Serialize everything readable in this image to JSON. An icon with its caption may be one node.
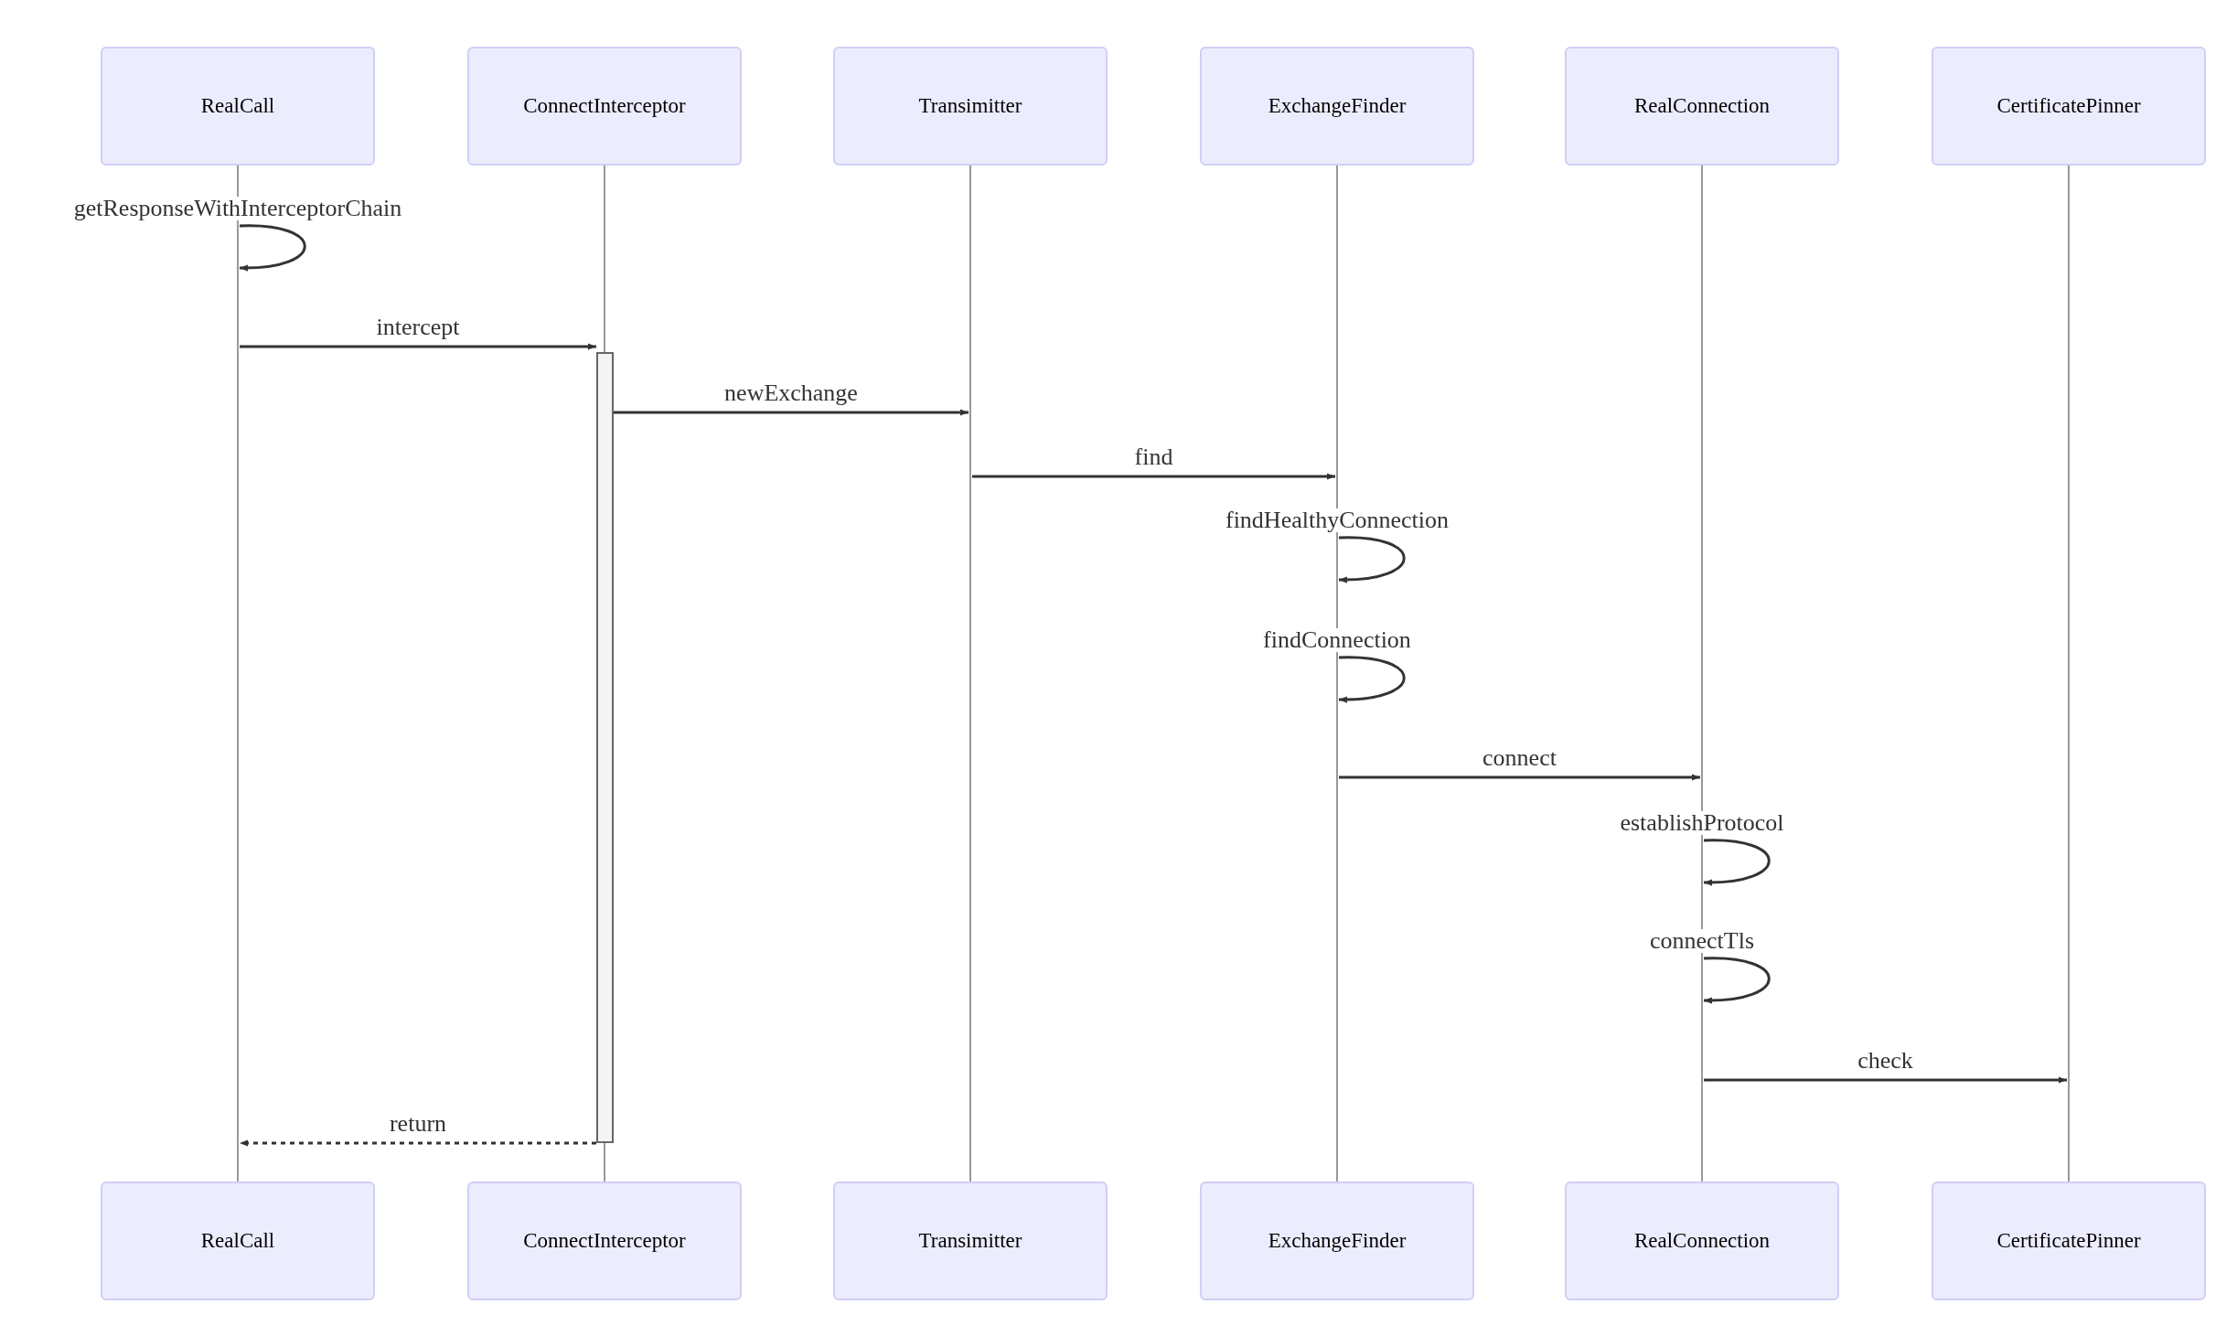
{
  "diagram": {
    "nodes": [
      {
        "text": [
          "RealCall"
        ]
      },
      {
        "text": [
          "ConnectInterceptor"
        ]
      },
      {
        "text": [
          "Transimitter"
        ]
      },
      {
        "text": [
          "ExchangeFinder"
        ]
      },
      {
        "text": [
          "RealConnection"
        ]
      },
      {
        "text": [
          "CertificatePinner"
        ]
      },
      {
        "text": [],
        "shape": "line"
      },
      {
        "text": [],
        "shape": "line"
      },
      {
        "text": [],
        "shape": "line"
      },
      {
        "text": [],
        "shape": "line"
      },
      {
        "text": [],
        "shape": "line"
      },
      {
        "text": [],
        "shape": "line"
      },
      {
        "text": [],
        "shape": "bar"
      },
      {
        "text": [
          "RealCall"
        ]
      },
      {
        "text": [
          "ConnectInterceptor"
        ]
      },
      {
        "text": [
          "Transimitter"
        ]
      },
      {
        "text": [
          "ExchangeFinder"
        ]
      },
      {
        "text": [
          "RealConnection"
        ]
      },
      {
        "text": [
          "CertificatePinner"
        ]
      }
    ],
    "edges": [
      {
        "from": 6,
        "to": 6,
        "arrow": "to",
        "label": "getResponseWithInterceptorChain"
      },
      {
        "from": 6,
        "to": 12,
        "arrow": "to",
        "label": "intercept"
      },
      {
        "from": 12,
        "to": 8,
        "arrow": "to",
        "label": "newExchange"
      },
      {
        "from": 8,
        "to": 9,
        "arrow": "to",
        "label": "find"
      },
      {
        "from": 9,
        "to": 9,
        "arrow": "to",
        "label": "findHealthyConnection"
      },
      {
        "from": 9,
        "to": 9,
        "arrow": "to",
        "label": "findConnection"
      },
      {
        "from": 9,
        "to": 10,
        "arrow": "to",
        "label": "connect"
      },
      {
        "from": 10,
        "to": 10,
        "arrow": "to",
        "label": "establishProtocol"
      },
      {
        "from": 10,
        "to": 10,
        "arrow": "to",
        "label": "connectTls"
      },
      {
        "from": 10,
        "to": 11,
        "arrow": "to",
        "label": "check"
      },
      {
        "from": 12,
        "to": 6,
        "arrow": "to",
        "label": "return",
        "style": "dashed"
      }
    ]
  }
}
